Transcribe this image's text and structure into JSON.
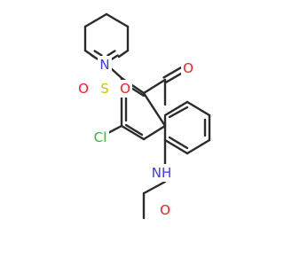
{
  "molecule": {
    "colors": {
      "bond": "#2b2b2b",
      "carbon": "#2b2b2b",
      "nitrogen": "#3a3af0",
      "oxygen": "#ff1c1c",
      "sulfur": "#c8c800",
      "chlorine": "#2bbf2b"
    },
    "atoms": {
      "cl": {
        "label": "Cl",
        "color": "chlorine"
      },
      "s": {
        "label": "S",
        "color": "sulfur"
      },
      "o_s_left": {
        "label": "O",
        "color": "oxygen"
      },
      "o_s_right": {
        "label": "O",
        "color": "oxygen"
      },
      "n_pip": {
        "label": "N",
        "color": "nitrogen"
      },
      "o_carbonyl": {
        "label": "O",
        "color": "oxygen"
      },
      "nh": {
        "label": "NH",
        "color": "nitrogen"
      },
      "o_ether": {
        "label": "O",
        "color": "oxygen"
      }
    }
  }
}
